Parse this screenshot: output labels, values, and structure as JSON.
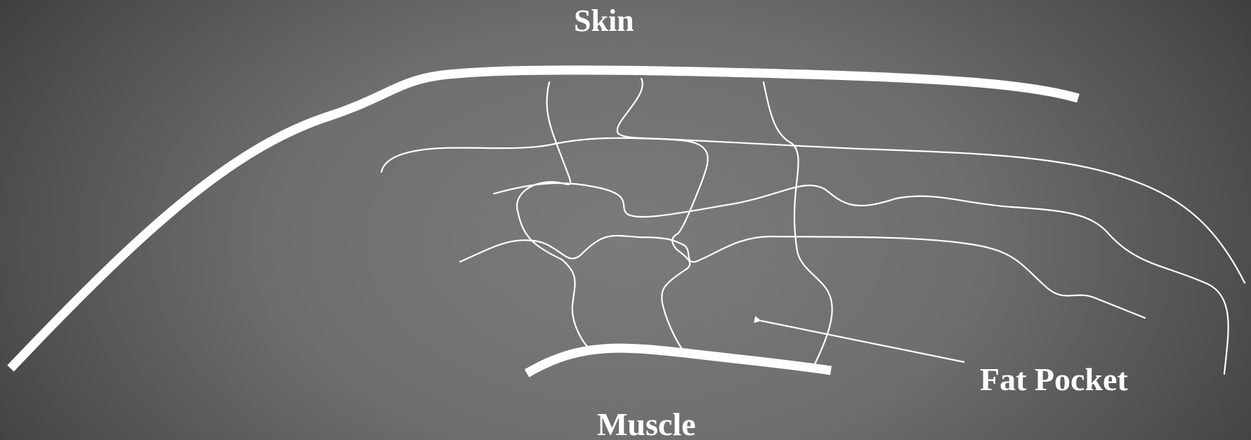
{
  "labels": {
    "skin": "Skin",
    "muscle": "Muscle",
    "fat_pocket": "Fat Pocket"
  },
  "colors": {
    "background": "#6e6e6e",
    "stroke": "#ffffff",
    "text": "#ffffff"
  }
}
